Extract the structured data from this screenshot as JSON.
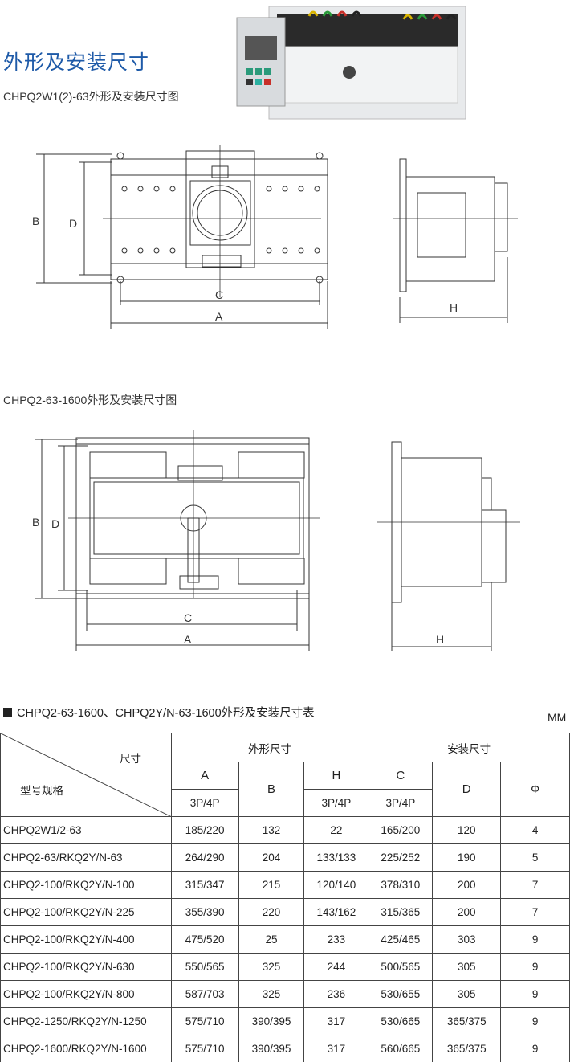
{
  "page_title": "外形及安装尺寸",
  "drawing1": {
    "caption": "CHPQ2W1(2)-63外形及安装尺寸图",
    "labels": {
      "B": "B",
      "D": "D",
      "C": "C",
      "A": "A",
      "H": "H"
    }
  },
  "drawing2": {
    "caption": "CHPQ2-63-1600外形及安装尺寸图",
    "labels": {
      "B": "B",
      "D": "D",
      "C": "C",
      "A": "A",
      "H": "H"
    }
  },
  "table": {
    "caption": "CHPQ2-63-1600、CHPQ2Y/N-63-1600外形及安装尺寸表",
    "unit": "MM",
    "corner_top": "尺寸",
    "corner_bottom": "型号规格",
    "group_outer": "外形尺寸",
    "group_install": "安装尺寸",
    "col_A": "A",
    "col_B": "B",
    "col_H": "H",
    "col_C": "C",
    "col_D": "D",
    "col_phi": "Φ",
    "sub_A": "3P/4P",
    "sub_H": "3P/4P",
    "sub_C": "3P/4P",
    "rows": [
      [
        "CHPQ2W1/2-63",
        "185/220",
        "132",
        "22",
        "165/200",
        "120",
        "4"
      ],
      [
        "CHPQ2-63/RKQ2Y/N-63",
        "264/290",
        "204",
        "133/133",
        "225/252",
        "190",
        "5"
      ],
      [
        "CHPQ2-100/RKQ2Y/N-100",
        "315/347",
        "215",
        "120/140",
        "378/310",
        "200",
        "7"
      ],
      [
        "CHPQ2-100/RKQ2Y/N-225",
        "355/390",
        "220",
        "143/162",
        "315/365",
        "200",
        "7"
      ],
      [
        "CHPQ2-100/RKQ2Y/N-400",
        "475/520",
        "25",
        "233",
        "425/465",
        "303",
        "9"
      ],
      [
        "CHPQ2-100/RKQ2Y/N-630",
        "550/565",
        "325",
        "244",
        "500/565",
        "305",
        "9"
      ],
      [
        "CHPQ2-100/RKQ2Y/N-800",
        "587/703",
        "325",
        "236",
        "530/655",
        "305",
        "9"
      ],
      [
        "CHPQ2-1250/RKQ2Y/N-1250",
        "575/710",
        "390/395",
        "317",
        "530/665",
        "365/375",
        "9"
      ],
      [
        "CHPQ2-1600/RKQ2Y/N-1600",
        "575/710",
        "390/395",
        "317",
        "560/665",
        "365/375",
        "9"
      ]
    ]
  }
}
